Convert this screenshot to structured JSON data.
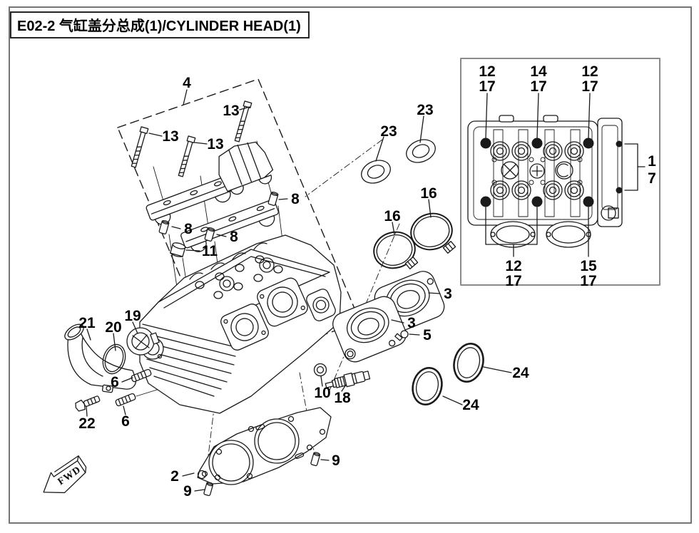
{
  "page": {
    "title": "E02-2 气缸盖分总成(1)/CYLINDER HEAD(1)",
    "fwd_label": "FWD",
    "colors": {
      "ink": "#1a1a1a",
      "frame_gray": "#757575",
      "inset_border": "#8a8a8a"
    }
  },
  "callouts": {
    "main": [
      {
        "label": "4"
      },
      {
        "label": "13"
      },
      {
        "label": "13"
      },
      {
        "label": "13"
      },
      {
        "label": "8"
      },
      {
        "label": "8"
      },
      {
        "label": "8"
      },
      {
        "label": "11"
      },
      {
        "label": "23"
      },
      {
        "label": "23"
      },
      {
        "label": "16"
      },
      {
        "label": "16"
      },
      {
        "label": "3"
      },
      {
        "label": "3"
      },
      {
        "label": "5"
      },
      {
        "label": "24"
      },
      {
        "label": "24"
      },
      {
        "label": "21"
      },
      {
        "label": "20"
      },
      {
        "label": "19"
      },
      {
        "label": "6"
      },
      {
        "label": "22"
      },
      {
        "label": "6"
      },
      {
        "label": "10"
      },
      {
        "label": "18"
      },
      {
        "label": "2"
      },
      {
        "label": "9"
      },
      {
        "label": "9"
      }
    ],
    "inset": [
      {
        "label": "12"
      },
      {
        "label": "17"
      },
      {
        "label": "14"
      },
      {
        "label": "17"
      },
      {
        "label": "12"
      },
      {
        "label": "17"
      },
      {
        "label": "12"
      },
      {
        "label": "17"
      },
      {
        "label": "15"
      },
      {
        "label": "17"
      },
      {
        "label": "1"
      },
      {
        "label": "7"
      }
    ]
  }
}
